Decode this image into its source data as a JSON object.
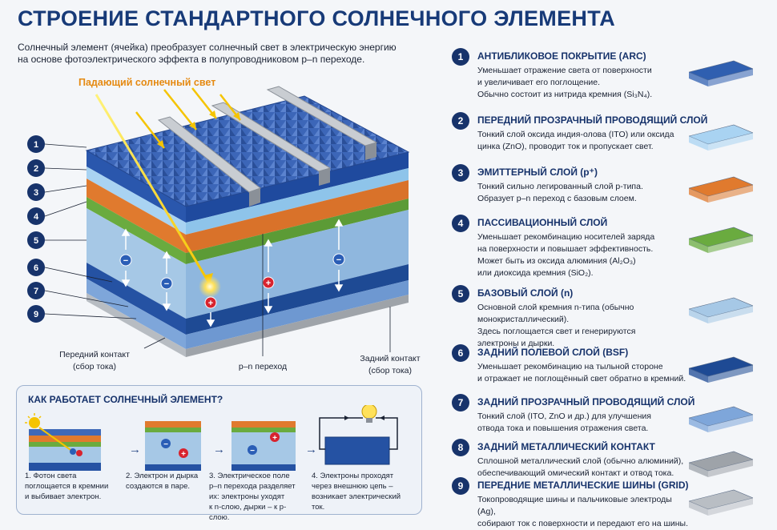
{
  "title": "СТРОЕНИЕ СТАНДАРТНОГО СОЛНЕЧНОГО ЭЛЕМЕНТА",
  "intro": {
    "line1": "Солнечный элемент (ячейка) преобразует солнечный свет в электрическую энергию",
    "line2": "на основе фотоэлектрического эффекта в полупроводниковом p–n переходе."
  },
  "diagram": {
    "sunlight_label": "Падающий солнечный свет",
    "number_labels": [
      "1",
      "2",
      "3",
      "4",
      "5",
      "6",
      "7",
      "9"
    ],
    "front_contact": [
      "Передний контакт",
      "(сбор тока)"
    ],
    "pn_junction": "p–n переход",
    "back_contact": [
      "Задний контакт",
      "(сбор тока)"
    ],
    "electron_symbol": "−",
    "hole_symbol": "+"
  },
  "legend": [
    {
      "num": "1",
      "title": "АНТИБЛИКОВОЕ ПОКРЫТИЕ (ARC)",
      "lines": [
        "Уменьшает отражение света от поверхности",
        "и увеличивает его поглощение.",
        "Обычно состоит из нитрида кремния (Si₃N₄)."
      ],
      "color": "#2f5fb0"
    },
    {
      "num": "2",
      "title": "ПЕРЕДНИЙ ПРОЗРАЧНЫЙ ПРОВОДЯЩИЙ СЛОЙ",
      "lines": [
        "Тонкий слой оксида индия-олова (ITO) или оксида",
        "цинка (ZnO), проводит ток и пропускает свет."
      ],
      "color": "#a9d3f2"
    },
    {
      "num": "3",
      "title": "ЭМИТТЕРНЫЙ СЛОЙ (p⁺)",
      "lines": [
        "Тонкий сильно легированный слой p-типа.",
        "Образует p–n переход с базовым слоем."
      ],
      "color": "#e07a2e"
    },
    {
      "num": "4",
      "title": "ПАССИВАЦИОННЫЙ СЛОЙ",
      "lines": [
        "Уменьшает рекомбинацию носителей заряда",
        "на поверхности и повышает эффективность.",
        "Может быть из оксида алюминия (Al₂O₃)",
        "или диоксида кремния (SiO₂)."
      ],
      "color": "#6aab3f"
    },
    {
      "num": "5",
      "title": "БАЗОВЫЙ СЛОЙ (n)",
      "lines": [
        "Основной слой кремния n-типа (обычно монокристаллический).",
        "Здесь поглощается свет и генерируются",
        "электроны и дырки."
      ],
      "color": "#a6c8e6"
    },
    {
      "num": "6",
      "title": "ЗАДНИЙ ПОЛЕВОЙ СЛОЙ (BSF)",
      "lines": [
        "Уменьшает рекомбинацию на тыльной стороне",
        "и отражает не поглощённый свет обратно в кремний."
      ],
      "color": "#1e4a94"
    },
    {
      "num": "7",
      "title": "ЗАДНИЙ ПРОЗРАЧНЫЙ ПРОВОДЯЩИЙ СЛОЙ",
      "lines": [
        "Тонкий слой (ITO, ZnO и др.) для улучшения",
        "отвода тока и повышения отражения света."
      ],
      "color": "#7ea6da"
    },
    {
      "num": "8",
      "title": "ЗАДНИЙ МЕТАЛЛИЧЕСКИЙ КОНТАКТ",
      "lines": [
        "Сплошной металлический слой (обычно алюминий),",
        "обеспечивающий омический контакт и отвод тока."
      ],
      "color": "#9ea3a9"
    },
    {
      "num": "9",
      "title": "ПЕРЕДНИЕ МЕТАЛЛИЧЕСКИЕ ШИНЫ (GRID)",
      "lines": [
        "Токопроводящие шины и пальчиковые электроды (Ag),",
        "собирают ток с поверхности и передают его на шины."
      ],
      "color": "#b9bec4"
    }
  ],
  "how": {
    "title": "КАК РАБОТАЕТ СОЛНЕЧНЫЙ ЭЛЕМЕНТ?",
    "steps": [
      {
        "lines": [
          "1. Фотон света",
          "поглощается в кремнии",
          "и выбивает электрон."
        ]
      },
      {
        "lines": [
          "2. Электрон и дырка",
          "создаются в паре."
        ]
      },
      {
        "lines": [
          "3. Электрическое поле",
          "p–n перехода разделяет",
          "их: электроны уходят",
          "к n-слою, дырки – к p-слою."
        ]
      },
      {
        "lines": [
          "4. Электроны проходят",
          "через внешнюю цепь –",
          "возникает электрический ток."
        ]
      }
    ]
  }
}
